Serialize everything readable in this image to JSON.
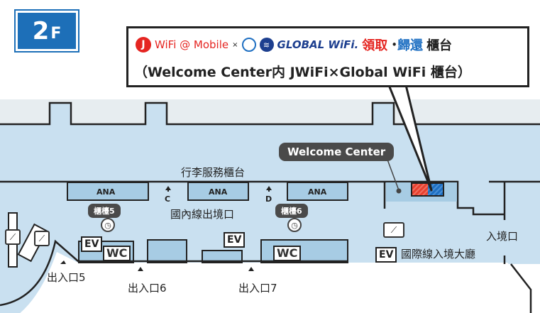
{
  "floor": {
    "number": "2",
    "suffix": "F"
  },
  "callout": {
    "jwifi_logo": "J",
    "jwifi_name": "WiFi @ Mobile",
    "times": "×",
    "global_wifi_name": "GLOBAL WiFi.",
    "pickup": "領取",
    "dot": "•",
    "return": "歸還",
    "counter": "櫃台",
    "subtitle": "（Welcome Center内 JWiFi×Global WiFi 櫃台）"
  },
  "map": {
    "welcome_center": "Welcome Center",
    "baggage_counter": "行李服務櫃台",
    "ana": "ANA",
    "gate_c": "C",
    "gate_d": "D",
    "counter5": "櫃檯5",
    "counter6": "櫃檯6",
    "domestic_departure": "國內線出境口",
    "ev": "EV",
    "wc": "WC",
    "arrival_gate": "入境口",
    "intl_arrival_hall": "國際線入境大廳",
    "entrance5": "出入口5",
    "entrance6": "出入口6",
    "entrance7": "出入口7",
    "colors": {
      "floor_blue": "#c9e0f0",
      "counter_blue": "#a7cce4",
      "badge": "#1d6fb8",
      "red": "#e52521",
      "blue": "#1e6fc2"
    }
  }
}
